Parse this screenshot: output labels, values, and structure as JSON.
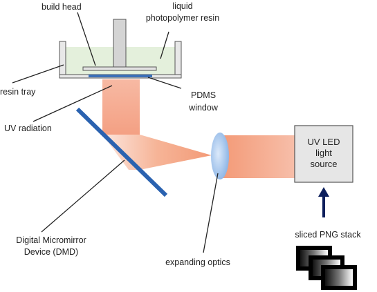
{
  "labels": {
    "build_head": "build head",
    "liquid_resin_line1": "liquid",
    "liquid_resin_line2": "photopolymer resin",
    "resin_tray": "resin tray",
    "pdms_line1": "PDMS",
    "pdms_line2": "window",
    "uv_radiation": "UV radiation",
    "dmd_line1": "Digital Micromirror",
    "dmd_line2": "Device (DMD)",
    "expanding_optics": "expanding optics",
    "uv_led_line1": "UV LED",
    "uv_led_line2": "light",
    "uv_led_line3": "source",
    "png_stack": "sliced PNG stack"
  },
  "colors": {
    "beam": "#f4a48a",
    "mirror": "#2a62b0",
    "resin": "#e4f0dc",
    "arrow": "#0d1f5c",
    "lens": "#a9c9ee",
    "led_box": "#e6e6e6"
  }
}
